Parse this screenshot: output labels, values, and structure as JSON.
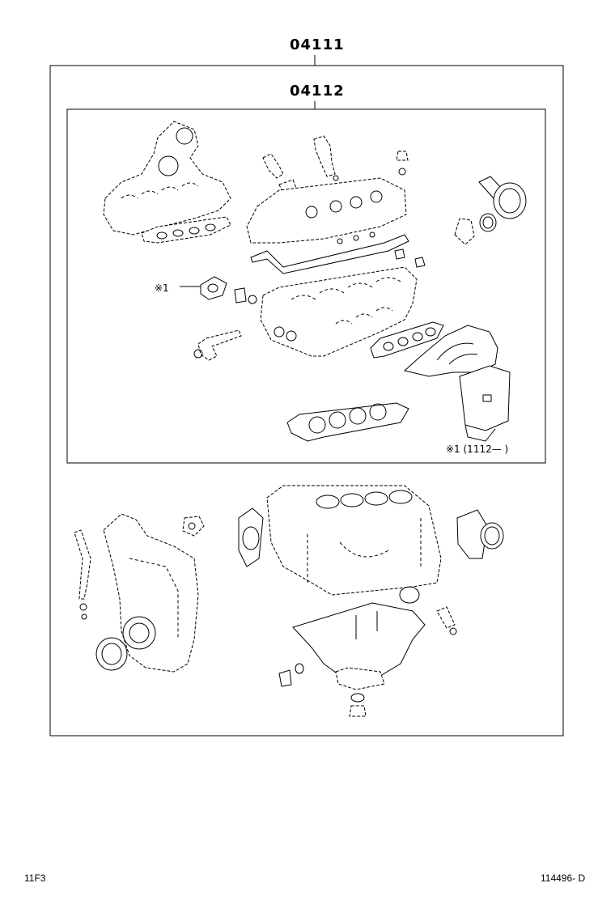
{
  "diagram": {
    "outer_part_number": "04111",
    "inner_part_number": "04112",
    "callout_marker": "※1",
    "footnote": "※1 (1112—    )"
  },
  "footer": {
    "left_code": "11F3",
    "right_code": "114496- D"
  }
}
